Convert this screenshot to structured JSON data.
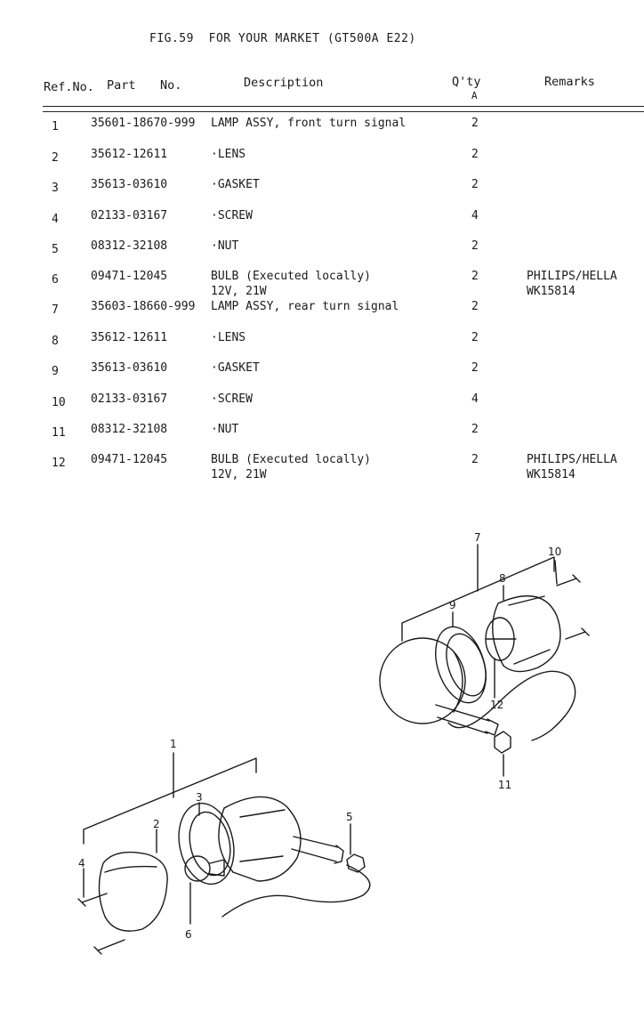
{
  "title": "FIG.59  FOR YOUR MARKET (GT500A E22)",
  "columns": {
    "ref": "Ref.No.",
    "part": "Part",
    "no": "No.",
    "description": "Description",
    "qty": "Q'ty",
    "qty_sub": "A",
    "remarks": "Remarks"
  },
  "rows": [
    {
      "ref": "1",
      "part": "35601-18670-999",
      "desc": "LAMP ASSY, front turn signal",
      "desc2": "",
      "qty": "2",
      "remarks": "",
      "remarks2": ""
    },
    {
      "ref": "2",
      "part": "35612-12611",
      "desc": "·LENS",
      "desc2": "",
      "qty": "2",
      "remarks": "",
      "remarks2": ""
    },
    {
      "ref": "3",
      "part": "35613-03610",
      "desc": "·GASKET",
      "desc2": "",
      "qty": "2",
      "remarks": "",
      "remarks2": ""
    },
    {
      "ref": "4",
      "part": "02133-03167",
      "desc": "·SCREW",
      "desc2": "",
      "qty": "4",
      "remarks": "",
      "remarks2": ""
    },
    {
      "ref": "5",
      "part": "08312-32108",
      "desc": "·NUT",
      "desc2": "",
      "qty": "2",
      "remarks": "",
      "remarks2": ""
    },
    {
      "ref": "6",
      "part": "09471-12045",
      "desc": "BULB (Executed locally)",
      "desc2": "12V, 21W",
      "qty": "2",
      "remarks": "PHILIPS/HELLA",
      "remarks2": "WK15814"
    },
    {
      "ref": "7",
      "part": "35603-18660-999",
      "desc": "LAMP ASSY, rear turn signal",
      "desc2": "",
      "qty": "2",
      "remarks": "",
      "remarks2": ""
    },
    {
      "ref": "8",
      "part": "35612-12611",
      "desc": "·LENS",
      "desc2": "",
      "qty": "2",
      "remarks": "",
      "remarks2": ""
    },
    {
      "ref": "9",
      "part": "35613-03610",
      "desc": "·GASKET",
      "desc2": "",
      "qty": "2",
      "remarks": "",
      "remarks2": ""
    },
    {
      "ref": "10",
      "part": "02133-03167",
      "desc": "·SCREW",
      "desc2": "",
      "qty": "4",
      "remarks": "",
      "remarks2": ""
    },
    {
      "ref": "11",
      "part": "08312-32108",
      "desc": "·NUT",
      "desc2": "",
      "qty": "2",
      "remarks": "",
      "remarks2": ""
    },
    {
      "ref": "12",
      "part": "09471-12045",
      "desc": "BULB (Executed locally)",
      "desc2": "12V, 21W",
      "qty": "2",
      "remarks": "PHILIPS/HELLA",
      "remarks2": "WK15814"
    }
  ],
  "callouts": [
    "1",
    "2",
    "3",
    "4",
    "5",
    "6",
    "7",
    "8",
    "9",
    "10",
    "11",
    "12"
  ]
}
